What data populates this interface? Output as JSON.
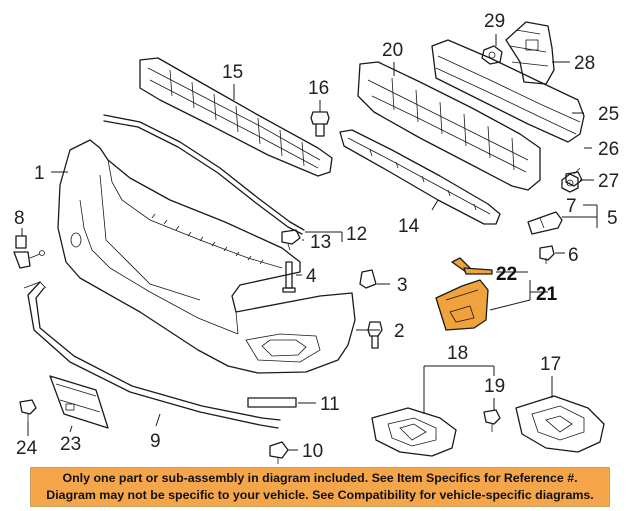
{
  "diagram": {
    "highlight_color": "#f0a23c",
    "notice_color": "#f5a64a",
    "callouts": [
      {
        "id": "c1",
        "label": "1"
      },
      {
        "id": "c2",
        "label": "2"
      },
      {
        "id": "c3",
        "label": "3"
      },
      {
        "id": "c4",
        "label": "4"
      },
      {
        "id": "c5",
        "label": "5"
      },
      {
        "id": "c6",
        "label": "6"
      },
      {
        "id": "c7",
        "label": "7"
      },
      {
        "id": "c8",
        "label": "8"
      },
      {
        "id": "c9",
        "label": "9"
      },
      {
        "id": "c10",
        "label": "10"
      },
      {
        "id": "c11",
        "label": "11"
      },
      {
        "id": "c12",
        "label": "12"
      },
      {
        "id": "c13",
        "label": "13"
      },
      {
        "id": "c14",
        "label": "14"
      },
      {
        "id": "c15",
        "label": "15"
      },
      {
        "id": "c16",
        "label": "16"
      },
      {
        "id": "c17",
        "label": "17"
      },
      {
        "id": "c18",
        "label": "18"
      },
      {
        "id": "c19",
        "label": "19"
      },
      {
        "id": "c20",
        "label": "20"
      },
      {
        "id": "c21",
        "label": "21"
      },
      {
        "id": "c22",
        "label": "22"
      },
      {
        "id": "c23",
        "label": "23"
      },
      {
        "id": "c24",
        "label": "24"
      },
      {
        "id": "c25",
        "label": "25"
      },
      {
        "id": "c26",
        "label": "26"
      },
      {
        "id": "c27",
        "label": "27"
      },
      {
        "id": "c28",
        "label": "28"
      },
      {
        "id": "c29",
        "label": "29"
      }
    ],
    "highlighted_parts": [
      "21",
      "22"
    ]
  },
  "notice": {
    "line1": "Only one part or sub-assembly in diagram included. See Item Specifics for Reference #.",
    "line2": "Diagram may not be specific to your vehicle. See Compatibility for vehicle-specific diagrams."
  }
}
